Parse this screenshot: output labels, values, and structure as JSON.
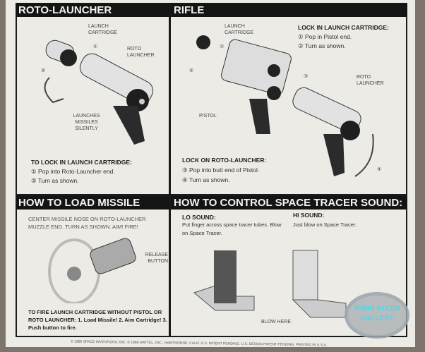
{
  "sections": {
    "roto_launcher": {
      "title": "ROTO-LAUNCHER",
      "labels": {
        "launch_cartridge": "LAUNCH CARTRIDGE",
        "roto_launcher": "ROTO LAUNCHER",
        "launches": "LAUNCHES MISSILES SILENTLY",
        "step1_num": "①",
        "step2_num": "②"
      },
      "instructions_head": "TO LOCK IN LAUNCH CARTRIDGE:",
      "steps": [
        "① Pop into Roto-Launcher end.",
        "② Turn as shown."
      ]
    },
    "rifle": {
      "title": "RIFLE",
      "labels": {
        "launch_cartridge": "LAUNCH CARTRIDGE",
        "pistol": "PISTOL",
        "roto_launcher": "ROTO LAUNCHER",
        "n1": "①",
        "n2": "②",
        "n3": "③",
        "n4": "④"
      },
      "lock_cartridge_head": "LOCK IN LAUNCH CARTRIDGE:",
      "lock_cartridge_steps": [
        "① Pop in Pistol end.",
        "② Turn as shown."
      ],
      "lock_roto_head": "LOCK ON ROTO-LAUNCHER:",
      "lock_roto_steps": [
        "③ Pop into butt end of Pistol.",
        "④ Turn as shown."
      ]
    },
    "load_missile": {
      "title": "HOW TO LOAD MISSILE",
      "intro": "CENTER MISSILE NOSE ON ROTO-LAUNCHER MUZZLE END. TURN AS SHOWN. AIM! FIRE!",
      "release_button": "RELEASE BUTTON",
      "fire_text": "TO FIRE LAUNCH CARTRIDGE WITHOUT PISTOL OR ROTO LAUNCHER: 1. Load Missile! 2. Aim Cartridge! 3. Push button to fire."
    },
    "tracer_sound": {
      "title": "HOW TO CONTROL SPACE TRACER SOUND:",
      "lo_head": "LO SOUND:",
      "lo_text": "Put finger across space tracer tubes. Blow on Space Tracer.",
      "hi_head": "HI SOUND:",
      "hi_text": "Just blow on Space Tracer.",
      "blow_here": "BLOW HERE"
    }
  },
  "footer": "© 1966 SPACE INVENTIONS, INC. © 1966 MATTEL, INC., HAWTHORNE, CALIF. U.S. PATENT PENDING. U.S. DESIGN PATENT PENDING. PRINTED IN U.S.A.",
  "watermark": [
    "IRWIN ALLEN",
    "GALLERY"
  ]
}
